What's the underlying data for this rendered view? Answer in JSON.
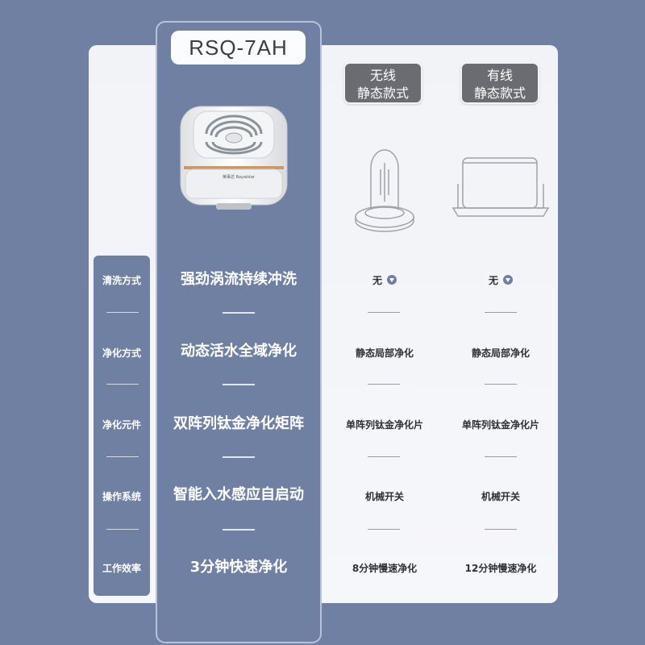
{
  "model": {
    "name": "RSQ-7AH",
    "brand_mark": "荣事达 Royalstar"
  },
  "competitors": [
    {
      "line1": "无线",
      "line2": "静态款式"
    },
    {
      "line1": "有线",
      "line2": "静态款式"
    }
  ],
  "rows": [
    {
      "label": "清洗方式",
      "feature": "强劲涡流持续冲洗",
      "comp1": "无",
      "comp2": "无"
    },
    {
      "label": "净化方式",
      "feature": "动态活水全域净化",
      "comp1": "静态局部净化",
      "comp2": "静态局部净化"
    },
    {
      "label": "净化元件",
      "feature": "双阵列钛金净化矩阵",
      "comp1": "单阵列钛金净化片",
      "comp2": "单阵列钛金净化片"
    },
    {
      "label": "操作系统",
      "feature": "智能入水感应自启动",
      "comp1": "机械开关",
      "comp2": "机械开关"
    },
    {
      "label": "工作效率",
      "feature": "3分钟快速净化",
      "comp1": "8分钟慢速净化",
      "comp2": "12分钟慢速净化"
    }
  ]
}
